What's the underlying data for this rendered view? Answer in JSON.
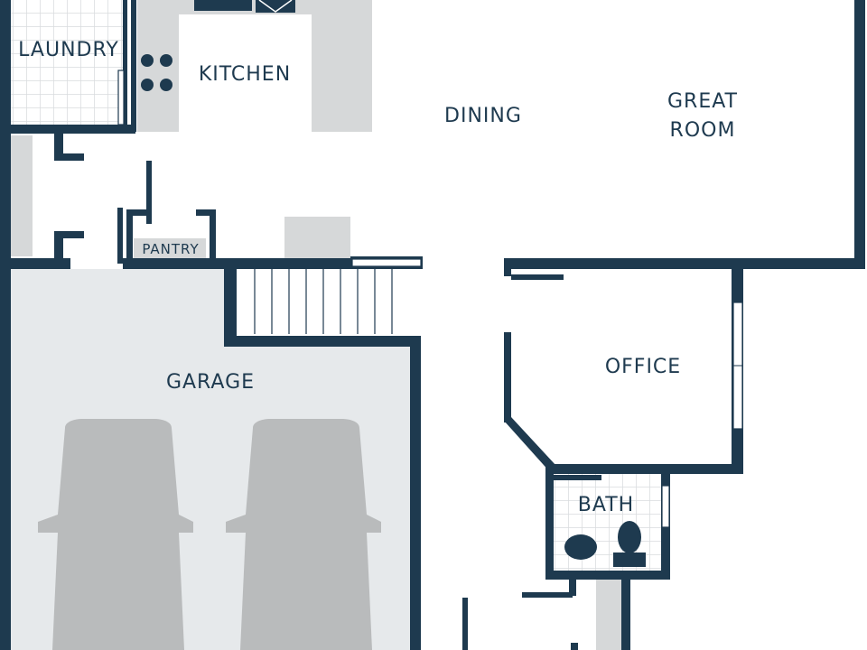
{
  "rooms": {
    "laundry": "LAUNDRY",
    "kitchen": "KITCHEN",
    "dining": "DINING",
    "great_room_line1": "GREAT",
    "great_room_line2": "ROOM",
    "pantry": "PANTRY",
    "garage": "GARAGE",
    "office": "OFFICE",
    "bath": "BATH"
  },
  "colors": {
    "wall": "#1e3a4f",
    "floor_fill": "#e6e9eb",
    "fixture": "#d6d8d9",
    "car": "#b9bbbc",
    "tile_line": "#d9dcde",
    "background": "#ffffff"
  }
}
